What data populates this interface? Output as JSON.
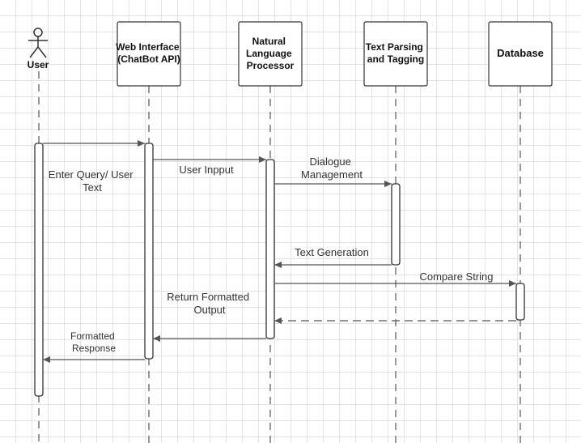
{
  "participants": {
    "user": [
      "User"
    ],
    "web": [
      "Web Interface",
      "(ChatBot API)"
    ],
    "nlp": [
      "Natural",
      "Language",
      "Processor"
    ],
    "tpt": [
      "Text Parsing",
      "and Tagging"
    ],
    "db": [
      "Database"
    ]
  },
  "messages": {
    "m1": [
      "Enter Query/ User",
      "Text"
    ],
    "m2": [
      "User Inpput"
    ],
    "m3": [
      "Dialogue",
      "Management"
    ],
    "m4": [
      "Text Generation"
    ],
    "m5": [
      "Compare String"
    ],
    "m6": [
      "Return Formatted",
      "Output"
    ],
    "m7": [
      "Formatted",
      "Response"
    ]
  }
}
